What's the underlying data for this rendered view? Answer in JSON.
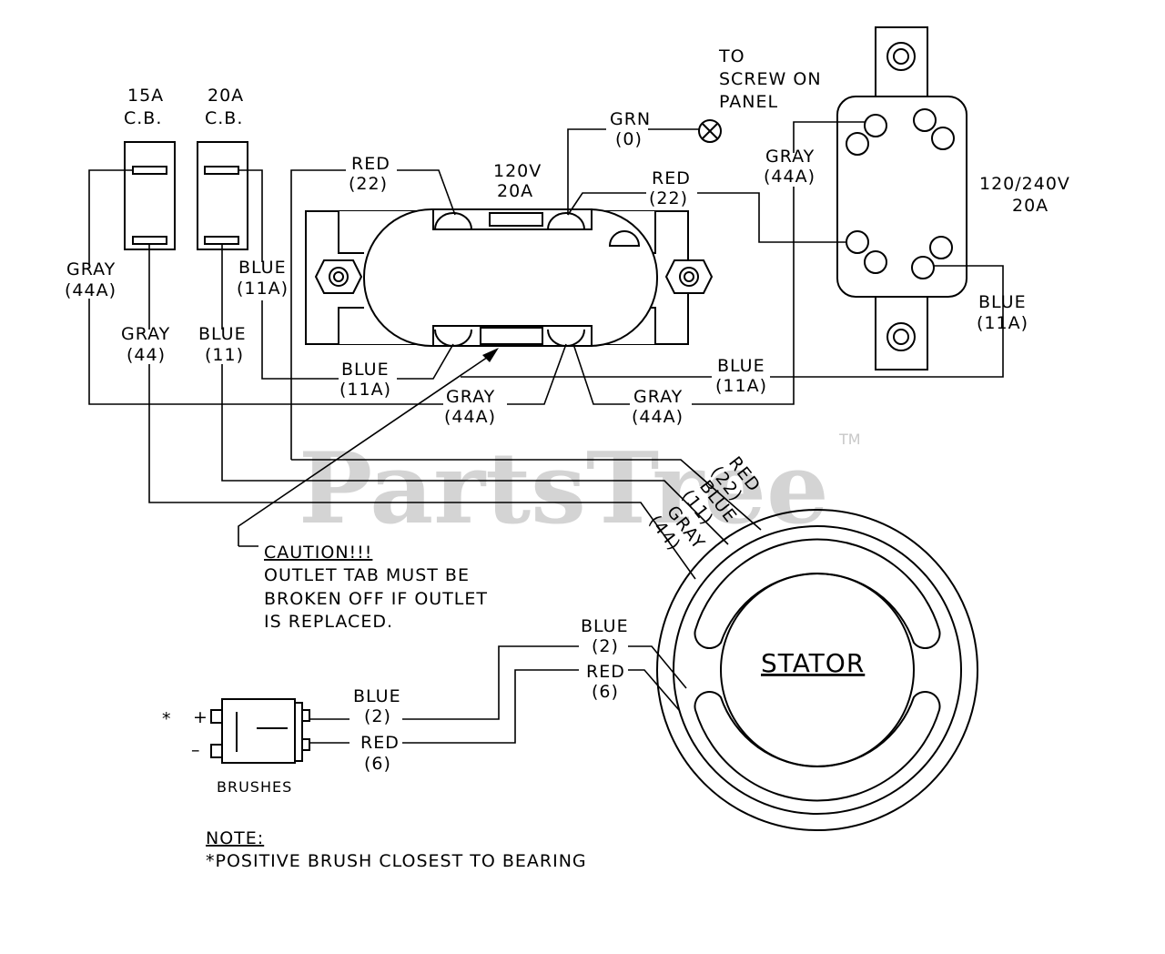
{
  "watermark": {
    "text": "PartsTree",
    "tm": "TM"
  },
  "breakers": [
    {
      "rating": "15A",
      "type": "C.B."
    },
    {
      "rating": "20A",
      "type": "C.B."
    }
  ],
  "ground": {
    "to_1": "TO",
    "to_2": "SCREW ON",
    "to_3": "PANEL",
    "color": "GRN",
    "code": "(0)"
  },
  "outlet_120": {
    "voltage": "120V",
    "amps": "20A"
  },
  "outlet_240": {
    "voltage": "120/240V",
    "amps": "20A"
  },
  "wires": {
    "red22_a": {
      "color": "RED",
      "code": "(22)"
    },
    "red22_b": {
      "color": "RED",
      "code": "(22)"
    },
    "gray44a_top": {
      "color": "GRAY",
      "code": "(44A)"
    },
    "gray44a_left": {
      "color": "GRAY",
      "code": "(44A)"
    },
    "blue11a_left": {
      "color": "BLUE",
      "code": "(11A)"
    },
    "gray44": {
      "color": "GRAY",
      "code": "(44)"
    },
    "blue11": {
      "color": "BLUE",
      "code": "(11)"
    },
    "blue11a_mid": {
      "color": "BLUE",
      "code": "(11A)"
    },
    "blue11a_long": {
      "color": "BLUE",
      "code": "(11A)"
    },
    "blue11a_right": {
      "color": "BLUE",
      "code": "(11A)"
    },
    "gray44a_mid": {
      "color": "GRAY",
      "code": "(44A)"
    },
    "gray44a_right": {
      "color": "GRAY",
      "code": "(44A)"
    },
    "stator_red": {
      "color": "RED",
      "code": "(22)"
    },
    "stator_blue": {
      "color": "BLUE",
      "code": "(11)"
    },
    "stator_gray": {
      "color": "GRAY",
      "code": "(44)"
    },
    "blue2_stator": {
      "color": "BLUE",
      "code": "(2)"
    },
    "red6_stator": {
      "color": "RED",
      "code": "(6)"
    },
    "blue2_brush": {
      "color": "BLUE",
      "code": "(2)"
    },
    "red6_brush": {
      "color": "RED",
      "code": "(6)"
    }
  },
  "caution": {
    "title": "CAUTION!!!",
    "line1": "OUTLET TAB MUST BE",
    "line2": "BROKEN OFF IF OUTLET",
    "line3": "IS REPLACED."
  },
  "stator": {
    "label": "STATOR"
  },
  "brushes": {
    "label": "BRUSHES",
    "asterisk": "*",
    "plus": "+",
    "minus": "–"
  },
  "note": {
    "title": "NOTE:",
    "text": "*POSITIVE BRUSH CLOSEST TO BEARING"
  }
}
